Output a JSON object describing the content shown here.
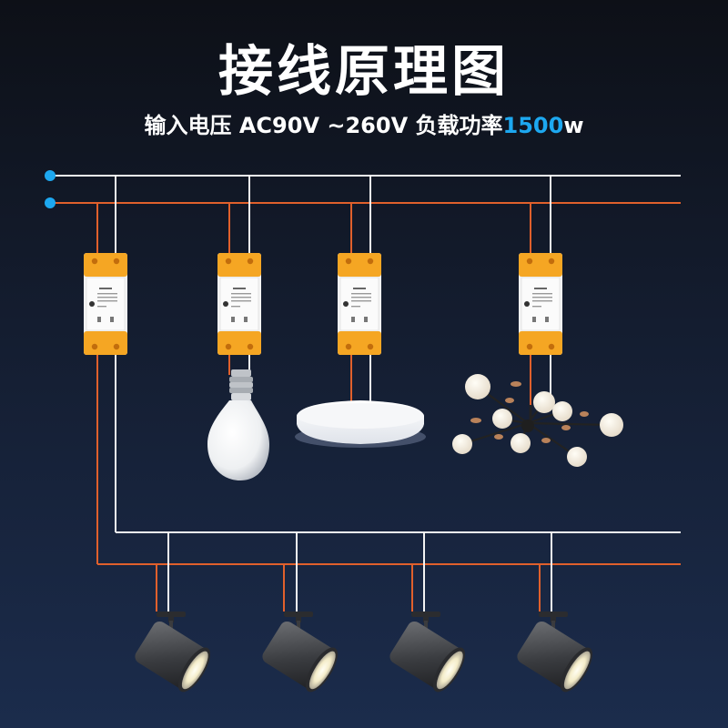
{
  "title": "接线原理图",
  "subtitle": {
    "prefix": "输入电压 AC90V ~260V  负载功率",
    "accent": "1500",
    "suffix": "w"
  },
  "colors": {
    "neutral_wire": "#f2f2f2",
    "live_wire": "#e0602c",
    "terminal_node": "#1da8f0",
    "switch_body": "#f4f4f4",
    "switch_cap": "#f5a623",
    "accent_text": "#1da8f0"
  },
  "switch_modules": [
    {
      "name": "switch-1",
      "load": "bus-spotlights"
    },
    {
      "name": "switch-2",
      "load": "bulb"
    },
    {
      "name": "switch-3",
      "load": "ceiling-light"
    },
    {
      "name": "switch-4",
      "load": "chandelier"
    }
  ],
  "loads": [
    {
      "name": "bulb-lamp",
      "icon": "light-bulb-icon"
    },
    {
      "name": "ceiling-light",
      "icon": "ceiling-light-icon"
    },
    {
      "name": "chandelier",
      "icon": "chandelier-icon"
    },
    {
      "name": "spotlight-1",
      "icon": "spotlight-icon"
    },
    {
      "name": "spotlight-2",
      "icon": "spotlight-icon"
    },
    {
      "name": "spotlight-3",
      "icon": "spotlight-icon"
    },
    {
      "name": "spotlight-4",
      "icon": "spotlight-icon"
    }
  ]
}
